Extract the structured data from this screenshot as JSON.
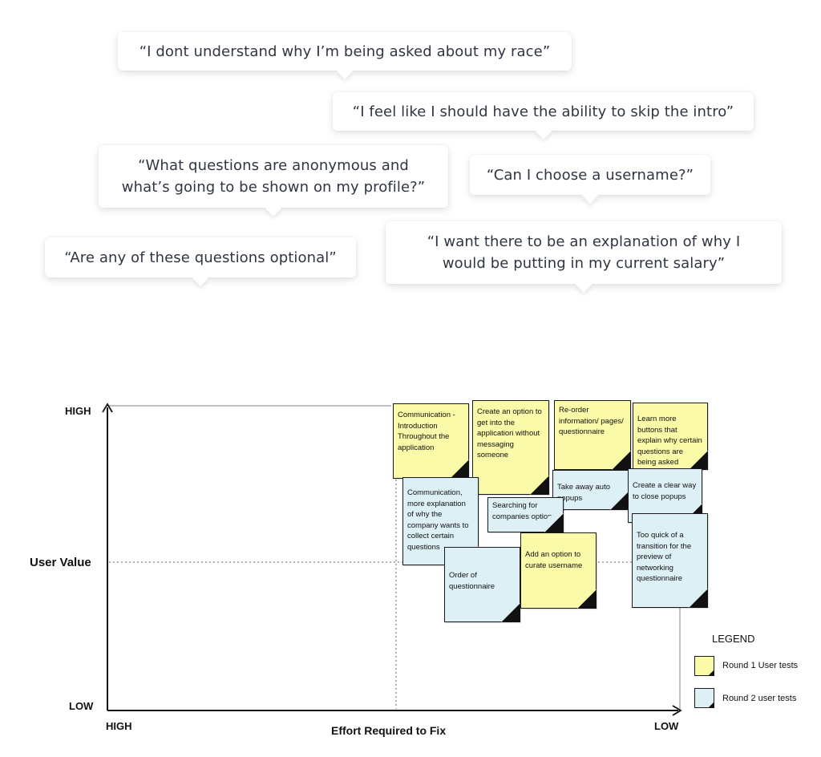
{
  "quotes": [
    "“I dont understand why I’m being asked about my race”",
    "“I feel like I should have the ability to skip the intro”",
    "“What questions are anonymous and what’s going to be shown on my profile?”",
    "“Can I choose a username?”",
    "“Are any of these questions optional”",
    "“I want there to be an explanation of why I would be putting in my current salary”"
  ],
  "matrix": {
    "y_high": "HIGH",
    "y_mid": "User Value",
    "y_low": "LOW",
    "x_high": "HIGH",
    "x_mid": "Effort Required to Fix",
    "x_low": "LOW"
  },
  "notes": [
    {
      "text": "Communication - Introduction Throughout the application",
      "round": 1
    },
    {
      "text": "Create an option to get into the application without messaging someone",
      "round": 1
    },
    {
      "text": "Re-order information/ pages/ questionnaire",
      "round": 1
    },
    {
      "text": "Learn more buttons that explain why certain questions are being asked",
      "round": 1
    },
    {
      "text": "Communication, more explanation of why the company wants to collect certain questions",
      "round": 2
    },
    {
      "text": "Take away auto popups",
      "round": 2
    },
    {
      "text": "Create a clear way to close popups",
      "round": 2
    },
    {
      "text": "Searching for companies option",
      "round": 2
    },
    {
      "text": "Too quick of a transition for the preview of networking questionnaire",
      "round": 2
    },
    {
      "text": "Order of questionnaire",
      "round": 2
    },
    {
      "text": "Add an option to curate username",
      "round": 1
    }
  ],
  "legend": {
    "title": "LEGEND",
    "round1": "Round 1 User tests",
    "round2": "Round 2 user tests"
  },
  "colors": {
    "round1_note": "#fafaa8",
    "round2_note": "#ddf0f6"
  }
}
